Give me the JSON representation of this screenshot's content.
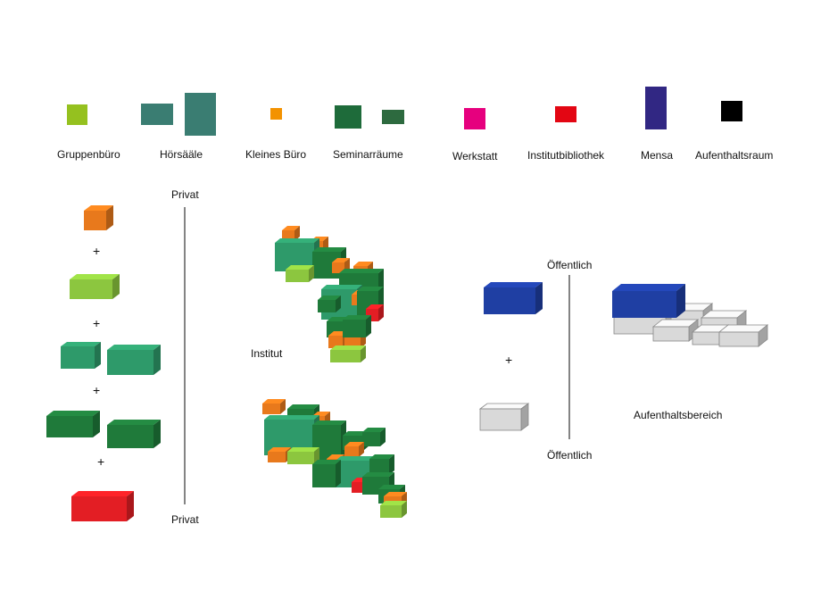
{
  "legend": [
    {
      "label": "Gruppenbüro",
      "color": "#95c11f"
    },
    {
      "label": "Hörsääle",
      "color": "#3a7d72"
    },
    {
      "label": "Kleines Büro",
      "color": "#f39200"
    },
    {
      "label": "Seminarräume",
      "color": "#1e6b3a"
    },
    {
      "label": "Werkstatt",
      "color": "#e6007e"
    },
    {
      "label": "Institutbibliothek",
      "color": "#e30613"
    },
    {
      "label": "Mensa",
      "color": "#312783"
    },
    {
      "label": "Aufenthaltsraum",
      "color": "#000000"
    }
  ],
  "left_axis": {
    "top": "Privat",
    "bottom": "Privat"
  },
  "plus_sign": "+",
  "institut_label": "Institut",
  "right_axis": {
    "top": "Öffentlich",
    "bottom": "Öffentlich"
  },
  "aufenthalt_label": "Aufenthaltsbereich",
  "colors": {
    "orange": "#e8791c",
    "lime": "#8cc63f",
    "teal": "#2e9a6a",
    "darkgreen": "#1f7a3a",
    "red": "#e31e24",
    "blue": "#1f3fa3",
    "grey": "#d9d9d9"
  }
}
